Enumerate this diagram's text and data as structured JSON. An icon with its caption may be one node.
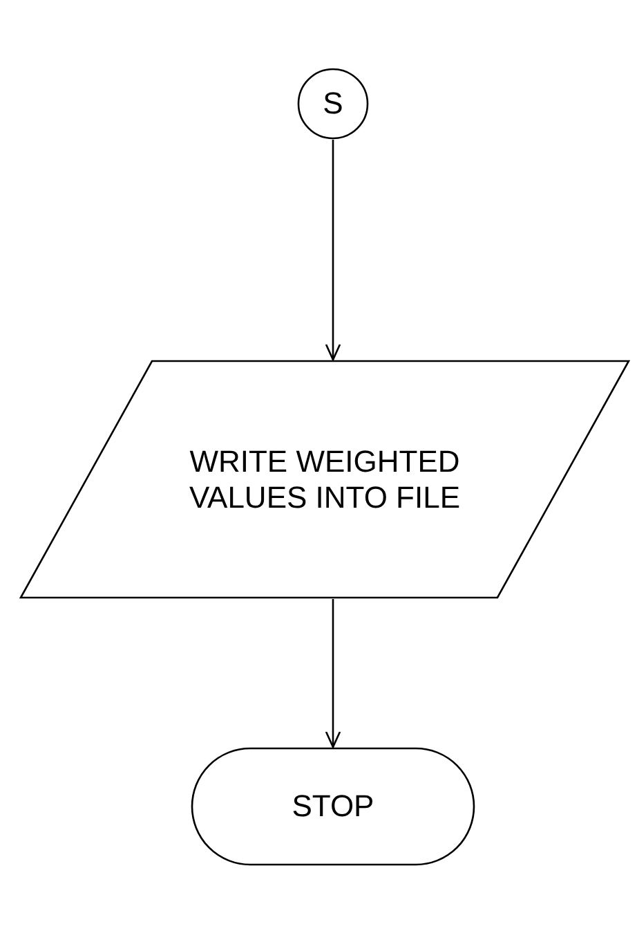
{
  "diagram": {
    "nodes": [
      {
        "text": [
          "S"
        ]
      },
      {
        "text": [
          "WRITE WEIGHTED VALUES INTO FILE"
        ]
      },
      {
        "text": [
          "STOP"
        ]
      }
    ],
    "edges": [
      {
        "from": 0,
        "to": 1,
        "arrow": "to"
      },
      {
        "from": 1,
        "to": 2,
        "arrow": "to"
      }
    ]
  }
}
